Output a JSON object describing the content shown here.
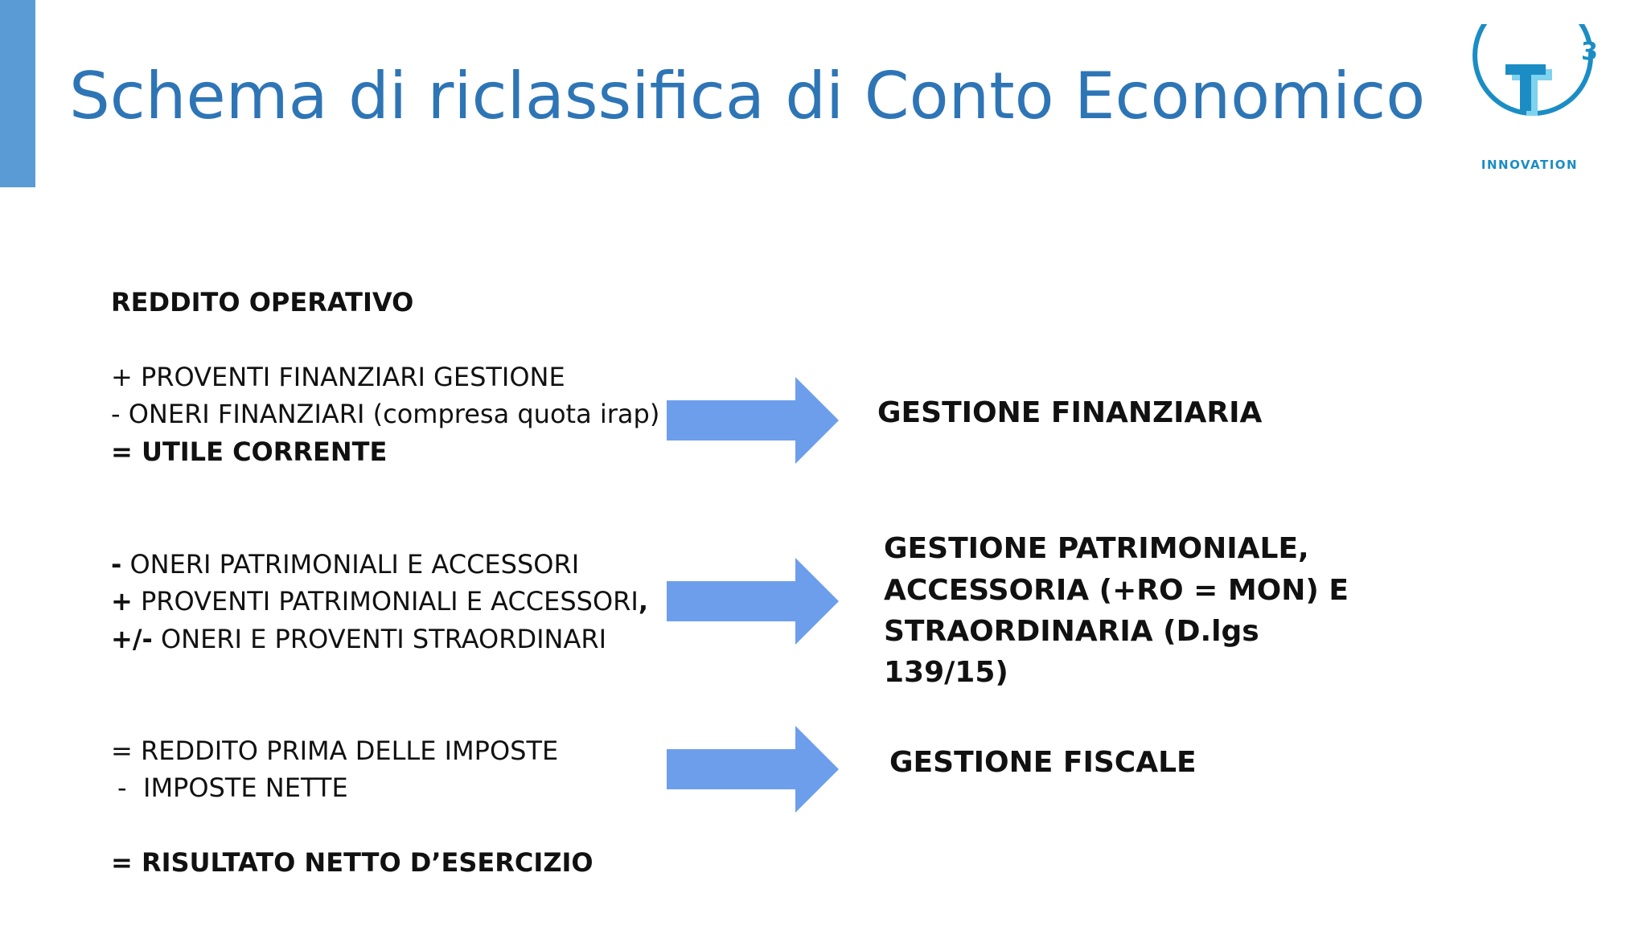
{
  "slide": {
    "title": "Schema di riclassifica di Conto Economico",
    "accent_color": "#5b9bd5",
    "title_color": "#2e75b6",
    "arrow_color": "#6d9eeb"
  },
  "logo": {
    "letter": "T",
    "superscript": "3",
    "caption": "INNOVATION",
    "color": "#1b8dc4"
  },
  "left": {
    "reddito_operativo": "REDDITO OPERATIVO",
    "proventi_finanziari": "+ PROVENTI FINANZIARI GESTIONE",
    "oneri_finanziari": "- ONERI FINANZIARI (compresa quota irap)",
    "utile_corrente_sign": "= ",
    "utile_corrente": "UTILE CORRENTE",
    "oneri_patrimoniali_sign": "-",
    "oneri_patrimoniali": " ONERI PATRIMONIALI E ACCESSORI",
    "proventi_patrimoniali_sign": "+",
    "proventi_patrimoniali": " PROVENTI PATRIMONIALI E ACCESSORI",
    "proventi_patrimoniali_comma": ",",
    "straordinari_sign": "+/-",
    "straordinari": " ONERI E PROVENTI STRAORDINARI",
    "reddito_prima_imposte": "= REDDITO PRIMA DELLE IMPOSTE",
    "imposte_nette_dash": "-",
    "imposte_nette": "IMPOSTE NETTE",
    "risultato_netto": "= RISULTATO NETTO D’ESERCIZIO"
  },
  "right": {
    "gestione_finanziaria": "GESTIONE FINANZIARIA",
    "gestione_patrimoniale_lines": [
      "GESTIONE PATRIMONIALE,",
      "ACCESSORIA (+RO = MON) E",
      "STRAORDINARIA  (D.lgs",
      "139/15)"
    ],
    "gestione_fiscale": "GESTIONE FISCALE"
  }
}
